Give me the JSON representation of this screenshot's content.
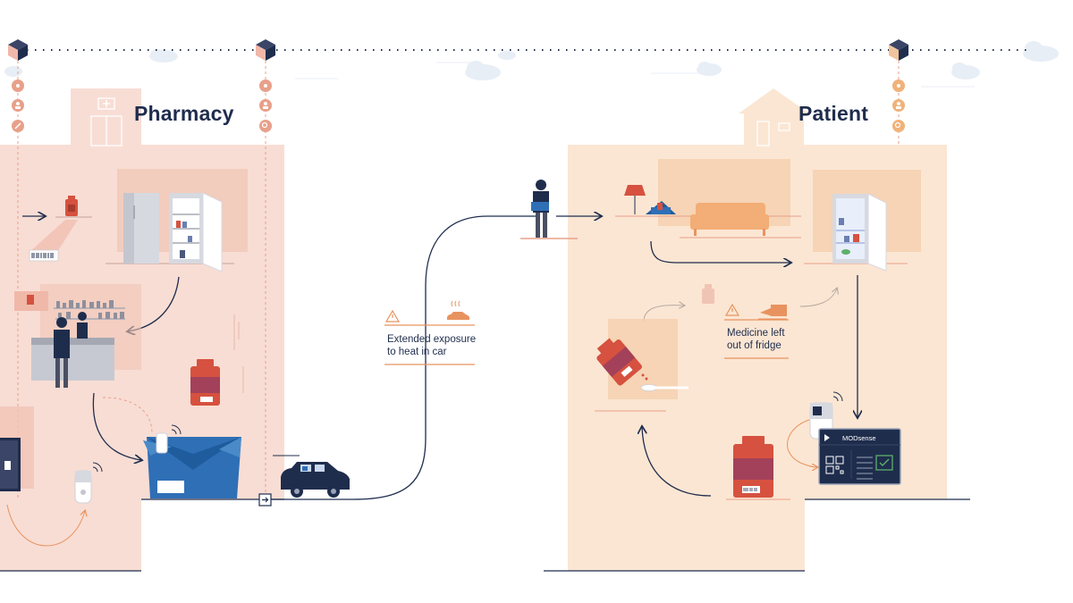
{
  "sections": {
    "pharmacy": {
      "title": "Pharmacy"
    },
    "patient": {
      "title": "Patient"
    }
  },
  "warnings": {
    "heat_in_car": {
      "line1": "Extended exposure",
      "line2": "to heat in car",
      "icon": "warning-triangle-icon"
    },
    "left_out_of_fridge": {
      "line1": "Medicine left",
      "line2": "out of fridge",
      "icon": "warning-triangle-icon"
    }
  },
  "device": {
    "screen_label": "MODsense"
  },
  "timeline_icons": [
    "location-pin-icon",
    "person-icon",
    "search-icon"
  ],
  "colors": {
    "navy": "#1f2d4d",
    "pharmacy_bg": "#f8ddd4",
    "patient_bg": "#fbe6d3",
    "accent_orange": "#e8935f",
    "medicine_red": "#d6513f",
    "box_blue": "#2f6fb6"
  }
}
